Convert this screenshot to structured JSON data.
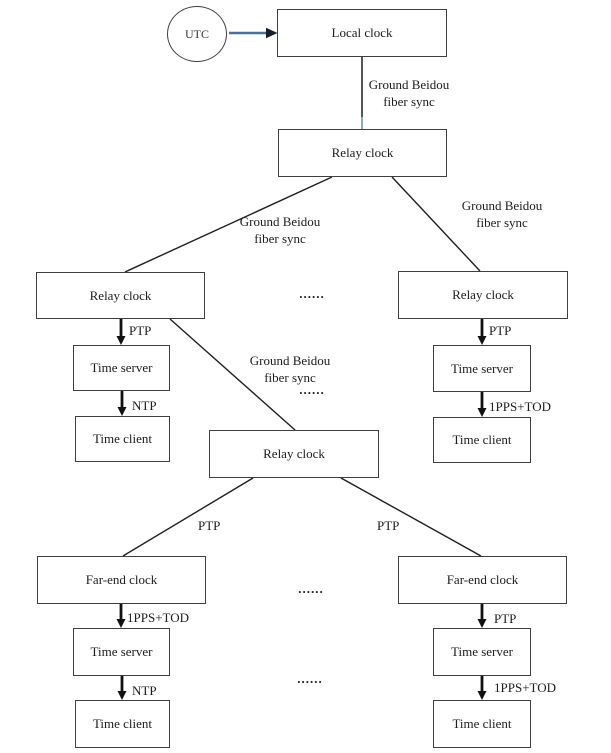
{
  "diagram": {
    "type": "hierarchy-flowchart",
    "description": "Time synchronization hierarchy from UTC through relay clocks to time servers and clients",
    "nodes": {
      "utc": {
        "label": "UTC",
        "shape": "circle"
      },
      "local_clock": {
        "label": "Local clock",
        "shape": "rect"
      },
      "relay_clock_top": {
        "label": "Relay clock",
        "shape": "rect"
      },
      "relay_clock_left": {
        "label": "Relay clock",
        "shape": "rect"
      },
      "relay_clock_right": {
        "label": "Relay clock",
        "shape": "rect"
      },
      "relay_clock_middle": {
        "label": "Relay clock",
        "shape": "rect"
      },
      "time_server_left_upper": {
        "label": "Time server",
        "shape": "rect"
      },
      "time_client_left_upper": {
        "label": "Time client",
        "shape": "rect"
      },
      "time_server_right_upper": {
        "label": "Time server",
        "shape": "rect"
      },
      "time_client_right_upper": {
        "label": "Time client",
        "shape": "rect"
      },
      "far_end_clock_left": {
        "label": "Far-end clock",
        "shape": "rect"
      },
      "far_end_clock_right": {
        "label": "Far-end clock",
        "shape": "rect"
      },
      "time_server_left_lower": {
        "label": "Time server",
        "shape": "rect"
      },
      "time_client_left_lower": {
        "label": "Time client",
        "shape": "rect"
      },
      "time_server_right_lower": {
        "label": "Time server",
        "shape": "rect"
      },
      "time_client_right_lower": {
        "label": "Time client",
        "shape": "rect"
      }
    },
    "edge_labels": {
      "ground_beidou_fiber_sync": "Ground Beidou\nfiber sync",
      "ptp": "PTP",
      "ntp": "NTP",
      "pps_tod": "1PPS+TOD",
      "ellipsis": "......"
    },
    "edges": [
      {
        "from": "utc",
        "to": "local_clock",
        "label": ""
      },
      {
        "from": "local_clock",
        "to": "relay_clock_top",
        "label": "Ground Beidou fiber sync"
      },
      {
        "from": "relay_clock_top",
        "to": "relay_clock_left",
        "label": "Ground Beidou fiber sync"
      },
      {
        "from": "relay_clock_top",
        "to": "relay_clock_right",
        "label": "Ground Beidou fiber sync"
      },
      {
        "from": "relay_clock_left",
        "to": "time_server_left_upper",
        "label": "PTP"
      },
      {
        "from": "time_server_left_upper",
        "to": "time_client_left_upper",
        "label": "NTP"
      },
      {
        "from": "relay_clock_right",
        "to": "time_server_right_upper",
        "label": "PTP"
      },
      {
        "from": "time_server_right_upper",
        "to": "time_client_right_upper",
        "label": "1PPS+TOD"
      },
      {
        "from": "relay_clock_left",
        "to": "relay_clock_middle",
        "label": "Ground Beidou fiber sync"
      },
      {
        "from": "relay_clock_middle",
        "to": "far_end_clock_left",
        "label": "PTP"
      },
      {
        "from": "relay_clock_middle",
        "to": "far_end_clock_right",
        "label": "PTP"
      },
      {
        "from": "far_end_clock_left",
        "to": "time_server_left_lower",
        "label": "1PPS+TOD"
      },
      {
        "from": "time_server_left_lower",
        "to": "time_client_left_lower",
        "label": "NTP"
      },
      {
        "from": "far_end_clock_right",
        "to": "time_server_right_lower",
        "label": "PTP"
      },
      {
        "from": "time_server_right_lower",
        "to": "time_client_right_lower",
        "label": "1PPS+TOD"
      }
    ],
    "colors": {
      "background": "#ffffff",
      "line": "#1f1f1f",
      "box_border": "#3f3f3f",
      "box_fill": "#ffffff",
      "text": "#1c1c1c",
      "utc_arrow": "#4a7096"
    }
  }
}
